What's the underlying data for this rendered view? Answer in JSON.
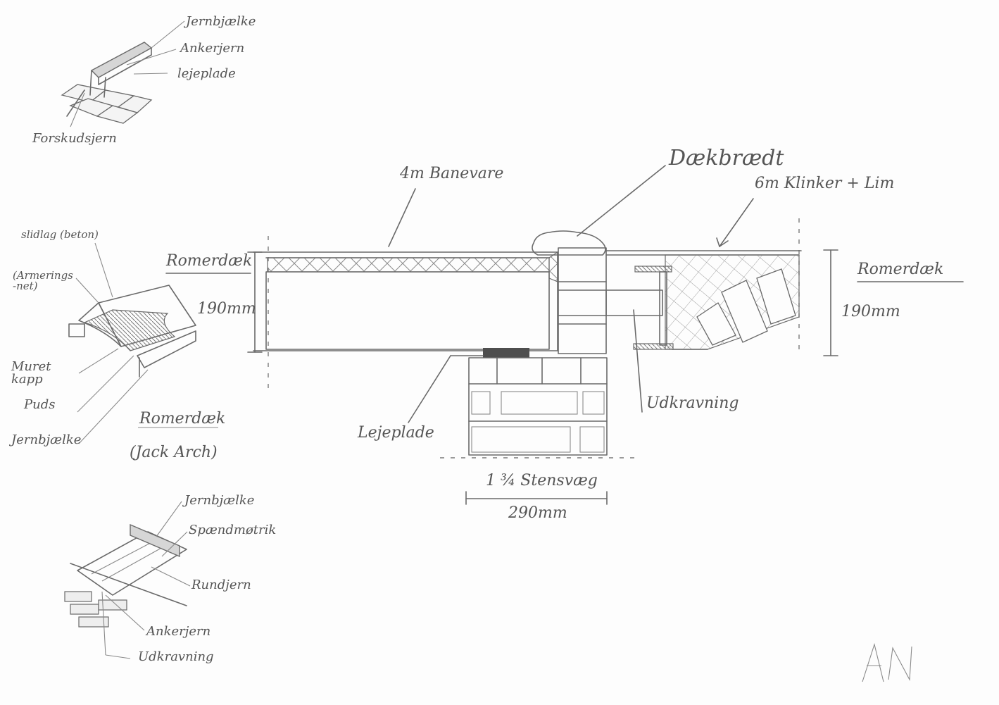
{
  "main_section": {
    "label_banevare": "4m Banevare",
    "label_daekbraet": "Dækbrædt",
    "label_klinker": "6m Klinker + Lim",
    "label_romerdaek_left": "Romerdæk",
    "label_romerdaek_right": "Romerdæk",
    "label_190_left": "190mm",
    "label_190_right": "190mm",
    "label_udkravning": "Udkravning",
    "label_lejeplade": "Lejeplade",
    "label_stensvaeg": "1 ¾ Stensvæg",
    "label_290": "290mm"
  },
  "detail_top": {
    "label_jernbjaelke": "Jernbjælke",
    "label_ankerjern": "Ankerjern",
    "label_lejeplade": "lejeplade",
    "label_forskudsjern": "Forskudsjern"
  },
  "detail_middle": {
    "label_slidlag": "slidlag (beton)",
    "label_armering": "(Armerings -net)",
    "label_muret_kapp": "Muret kapp",
    "label_puds": "Puds",
    "label_jernbjaelke": "Jernbjælke",
    "title": "Romerdæk",
    "subtitle": "(Jack Arch)"
  },
  "detail_bottom": {
    "label_jernbjaelke": "Jernbjælke",
    "label_spaendmoetrik": "Spændmøtrik",
    "label_rundjern": "Rundjern",
    "label_ankerjern": "Ankerjern",
    "label_udkravning": "Udkravning"
  },
  "signature": "AN"
}
